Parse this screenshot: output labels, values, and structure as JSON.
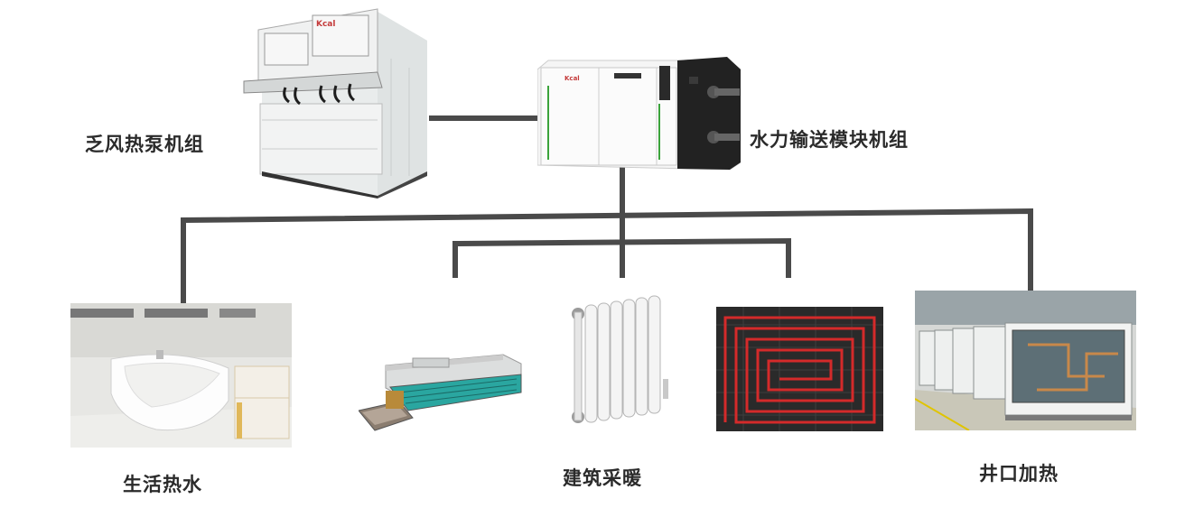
{
  "labels": {
    "heat_pump_unit": "乏风热泵机组",
    "hydraulic_module": "水力输送模块机组",
    "domestic_hot_water": "生活热水",
    "building_heating": "建筑采暖",
    "wellhead_heating": "井口加热"
  },
  "equipment_brand": "Kcal",
  "colors": {
    "connector": "#4a4a4a",
    "label_text": "#2a2a2a",
    "floor_pipe": "#d42a2a"
  }
}
